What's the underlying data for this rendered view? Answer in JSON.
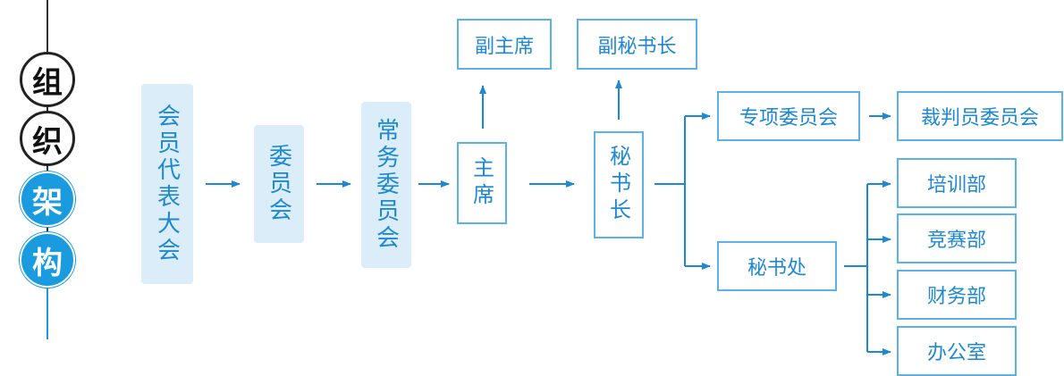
{
  "title": {
    "chars": [
      "组",
      "织",
      "架",
      "构"
    ]
  },
  "nodes": {
    "assembly": "会员代表大会",
    "committee": "委员会",
    "standing": "常务委员会",
    "chairman": "主席",
    "vice_chairman": "副主席",
    "secretary_general": "秘书长",
    "deputy_secretary_general": "副秘书长",
    "special_committee": "专项委员会",
    "referee_committee": "裁判员委员会",
    "secretariat": "秘书处",
    "training": "培训部",
    "competition": "竞赛部",
    "finance": "财务部",
    "office": "办公室"
  },
  "colors": {
    "accent": "#1e88d2",
    "fill": "#dcedfa",
    "border": "#5ab2e8",
    "title_blue": "#1a9be0"
  }
}
